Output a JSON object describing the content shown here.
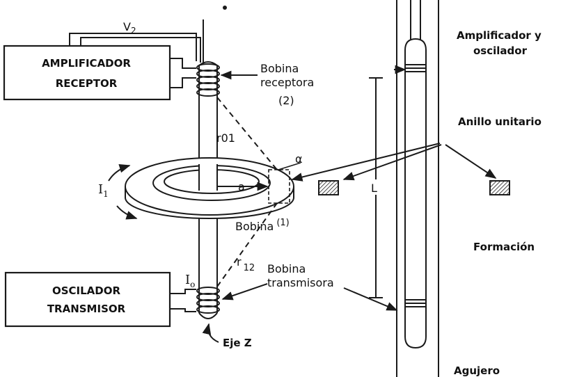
{
  "boxes": {
    "amplifier": [
      "AMPLIFICADOR",
      "RECEPTOR"
    ],
    "oscillator": [
      "OSCILADOR",
      "TRANSMISOR"
    ]
  },
  "labels": {
    "v2": "V",
    "v2_sub": "2",
    "receiver_coil": [
      "Bobina",
      "receptora",
      "(2)"
    ],
    "r01": "r01",
    "a": "a",
    "alpha": "α",
    "i1": "I",
    "i1_sub": "1",
    "coil1": "Bobina",
    "coil1_num": "(1)",
    "r12": "r",
    "r12_sub": "12",
    "i0": "I",
    "i0_sub": "o",
    "transmit_coil": [
      "Bobina",
      "transmisora"
    ],
    "z_axis": "Eje Z",
    "L": "L",
    "amp_osc": [
      "Amplificador y",
      "oscilador"
    ],
    "unit_ring": "Anillo unitario",
    "formation": "Formación",
    "hole": "Agujero"
  },
  "colors": {
    "ink": "#1a1a1a",
    "background": "#ffffff"
  }
}
